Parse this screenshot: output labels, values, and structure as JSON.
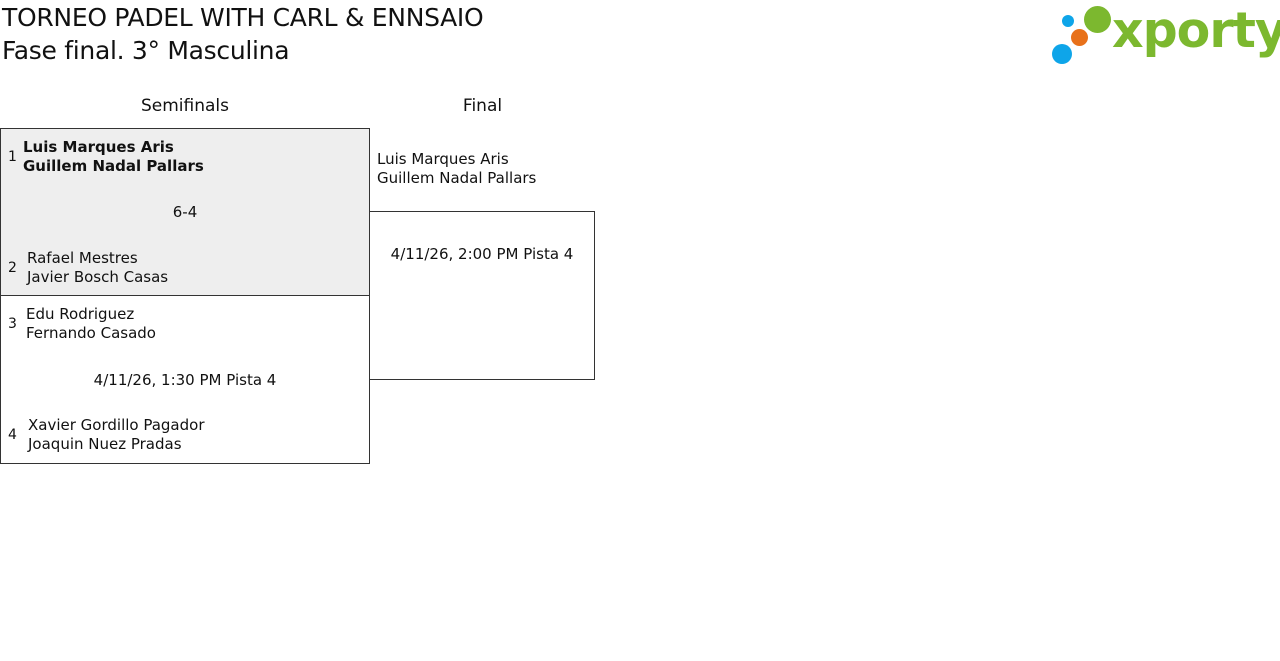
{
  "header": {
    "title": "TORNEO PADEL WITH CARL & ENNSAIO",
    "subtitle": "Fase final. 3° Masculina"
  },
  "logo": {
    "wordmark": "xporty",
    "colors": {
      "green": "#7cb82f",
      "blue": "#0ea5e9",
      "orange": "#e8711a"
    }
  },
  "rounds": [
    {
      "label": "Semifinals"
    },
    {
      "label": "Final"
    }
  ],
  "semifinals": [
    {
      "status": "played",
      "result": "6-4",
      "team_a": {
        "seed": "1",
        "player1": "Luis Marques Aris",
        "player2": "Guillem Nadal Pallars",
        "winner": true
      },
      "team_b": {
        "seed": "2",
        "player1": "Rafael Mestres",
        "player2": "Javier Bosch Casas",
        "winner": false
      }
    },
    {
      "status": "scheduled",
      "schedule": "4/11/26, 1:30 PM Pista 4",
      "team_a": {
        "seed": "3",
        "player1": "Edu Rodriguez",
        "player2": "Fernando Casado",
        "winner": false
      },
      "team_b": {
        "seed": "4",
        "player1": "Xavier Gordillo Pagador",
        "player2": "Joaquin Nuez Pradas",
        "winner": false
      }
    }
  ],
  "final": {
    "schedule": "4/11/26, 2:00 PM Pista 4",
    "team_top": {
      "player1": "Luis Marques Aris",
      "player2": "Guillem Nadal Pallars"
    }
  }
}
